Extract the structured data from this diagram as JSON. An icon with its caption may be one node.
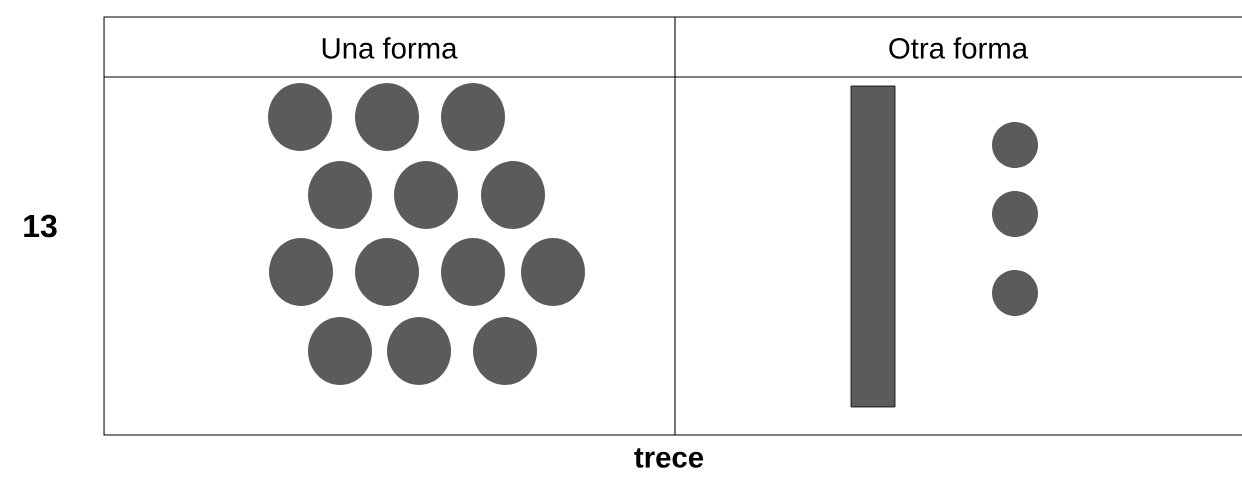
{
  "diagram": {
    "labels": [
      "Una forma",
      "Otra forma",
      "13",
      "trece"
    ]
  }
}
